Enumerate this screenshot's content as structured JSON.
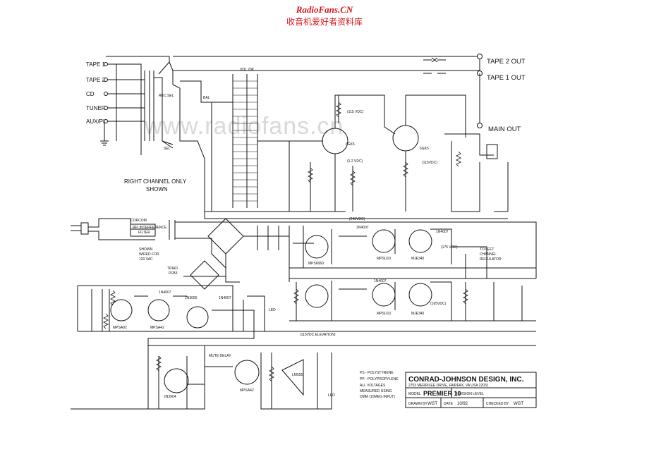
{
  "header": {
    "site": "RadioFans.CN",
    "subtitle": "收音机爱好者资料库"
  },
  "watermark": "www.radiofans.cn",
  "inputs": [
    "TAPE 1",
    "TAPE 2",
    "CD",
    "TUNER",
    "AUX/PH"
  ],
  "outputs": {
    "tape2": "TAPE 2 OUT",
    "tape1": "TAPE 1 OUT",
    "main": "MAIN OUT"
  },
  "labels": {
    "rec_sel": "REC SEL",
    "sel": "SEL",
    "bal": "BAL",
    "vol": "VOL 20K",
    "channel_note": [
      "RIGHT CHANNEL ONLY",
      "SHOWN"
    ],
    "tube1": "6GK5",
    "tube2": "6GK5",
    "v1": "(115 VDC)",
    "v2": "(1.2 VDC)",
    "v3": "(115VDC)",
    "v4": "(175 VDC)",
    "v5": "(240VDC)",
    "v6": "(165VDC)",
    "elev": "(115VDC ELEVATION)",
    "line_filter": [
      "CORCOM",
      "RFI INTERFERENCE",
      "FILTER"
    ],
    "shown_wired": [
      "SHOWN",
      "WIRED FOR",
      "120 VAC"
    ],
    "triad": [
      "TRIAD",
      "PFB3"
    ],
    "to_left": [
      "TO LEFT",
      "CHANNEL",
      "REGULATOR"
    ],
    "led1": "LED",
    "led2": "LED",
    "q_mps6": "MPS6060",
    "q_mpsu1": "MPSU10",
    "q_mje1": "MJE340",
    "q_mpsu2": "MPSU10",
    "q_mje2": "MJE340",
    "q_mpsa92": "MPSA92",
    "q_mpsa42": "MPSA42",
    "q_2n3055": "2N3055",
    "q_2n3904": "2N3904",
    "q_mpsa42b": "MPSA42",
    "ic": "LM555",
    "d_1n4007a": "1N4007",
    "d_1n4007b": "1N4007",
    "d_1n4007c": "1N4007",
    "d_1n4007d": "1N4007",
    "d_1n4007e": "1N4007",
    "mute": "MUTE DELAY"
  },
  "notes": [
    "PS - POLYSTYRENE",
    "PP - POLYPROPYLENE",
    "ALL VOLTAGES",
    "MEASURED USING",
    "DMM (10MEG INPUT)"
  ],
  "title_block": {
    "company": "CONRAD-JOHNSON DESIGN, INC.",
    "address": "2753 MERRILEE DRIVE, FAIRFAX, VA USA 22031",
    "model_label": "MODEL",
    "model": "PREMIER 10",
    "revision_label": "REVISION LEVEL",
    "drawn_label": "DRAWN BY",
    "drawn_by": "WGT",
    "date_label": "DATE",
    "date": "10/92",
    "checked_label": "CHECKED BY",
    "checked_by": "WGT"
  }
}
